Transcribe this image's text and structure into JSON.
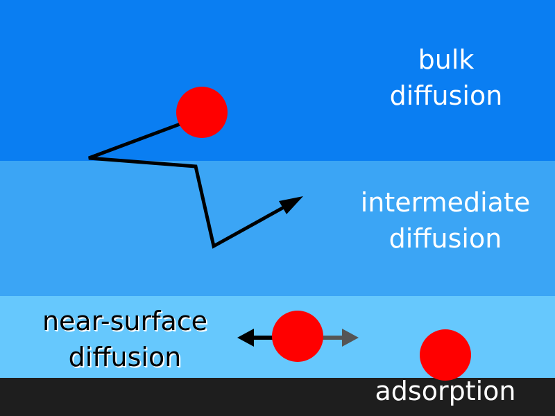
{
  "colors": {
    "bulk": "#0a7ef2",
    "intermediate": "#3ba5f5",
    "near_surface": "#66c8fd",
    "surface": "#1e1e1e",
    "particle": "#ff0000",
    "path": "#000000",
    "arrow_right": "#555555",
    "text_light": "#ffffff",
    "text_dark": "#000000"
  },
  "labels": {
    "bulk_line1": "bulk",
    "bulk_line2": "diffusion",
    "intermediate_line1": "intermediate",
    "intermediate_line2": "diffusion",
    "near_line1": "near-surface",
    "near_line2": "diffusion",
    "adsorption": "adsorption"
  }
}
